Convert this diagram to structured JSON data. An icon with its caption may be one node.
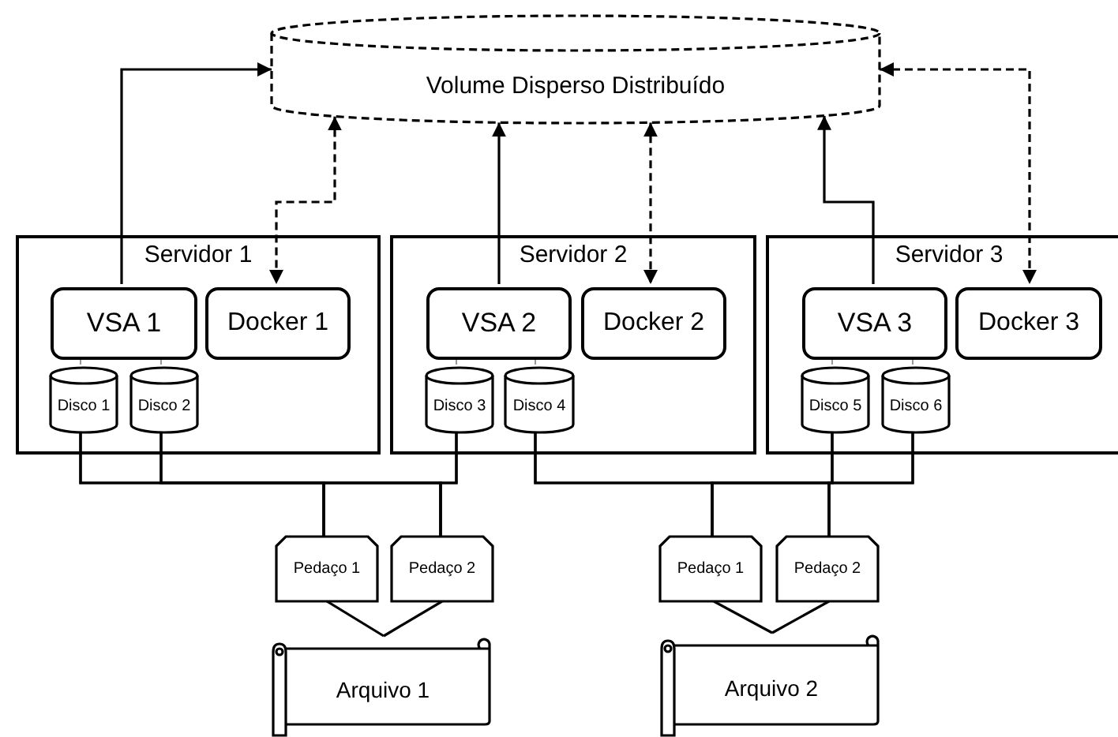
{
  "diagram": {
    "nodes": [
      {
        "text": [
          "Volume Disperso Distribuído"
        ]
      },
      {
        "text": [
          "Servidor 1"
        ]
      },
      {
        "text": [
          "VSA 1"
        ],
        "in": 1
      },
      {
        "text": [
          "Docker 1"
        ],
        "in": 1
      },
      {
        "text": [
          "Disco 1"
        ],
        "in": 1
      },
      {
        "text": [
          "Disco 2"
        ],
        "in": 1
      },
      {
        "text": [
          "Servidor 2"
        ]
      },
      {
        "text": [
          "VSA 2"
        ],
        "in": 6
      },
      {
        "text": [
          "Docker 2"
        ],
        "in": 6
      },
      {
        "text": [
          "Disco 3"
        ],
        "in": 6
      },
      {
        "text": [
          "Disco 4"
        ],
        "in": 6
      },
      {
        "text": [
          "Servidor 3"
        ]
      },
      {
        "text": [
          "VSA 3"
        ],
        "in": 11
      },
      {
        "text": [
          "Docker 3"
        ],
        "in": 11
      },
      {
        "text": [
          "Disco 5"
        ],
        "in": 11
      },
      {
        "text": [
          "Disco 6"
        ],
        "in": 11
      },
      {
        "text": [
          "Pedaço 1"
        ]
      },
      {
        "text": [
          "Pedaço 2"
        ]
      },
      {
        "text": [
          "Arquivo 1"
        ]
      },
      {
        "text": [
          "Pedaço 1"
        ]
      },
      {
        "text": [
          "Pedaço 2"
        ]
      },
      {
        "text": [
          "Arquivo 2"
        ]
      }
    ],
    "edges": [
      {
        "from": 2,
        "to": 0,
        "arrow": "to"
      },
      {
        "from": 0,
        "to": 3,
        "arrow": "both",
        "style": "dashed"
      },
      {
        "from": 7,
        "to": 0,
        "arrow": "to"
      },
      {
        "from": 0,
        "to": 8,
        "arrow": "both",
        "style": "dashed"
      },
      {
        "from": 12,
        "to": 0,
        "arrow": "to"
      },
      {
        "from": 0,
        "to": 13,
        "arrow": "both",
        "style": "dashed"
      },
      {
        "from": 2,
        "to": 4,
        "arrow": "none",
        "color": "#999999"
      },
      {
        "from": 2,
        "to": 5,
        "arrow": "none",
        "color": "#999999"
      },
      {
        "from": 7,
        "to": 9,
        "arrow": "none",
        "color": "#999999"
      },
      {
        "from": 7,
        "to": 10,
        "arrow": "none",
        "color": "#999999"
      },
      {
        "from": 12,
        "to": 14,
        "arrow": "none",
        "color": "#999999"
      },
      {
        "from": 12,
        "to": 15,
        "arrow": "none",
        "color": "#999999"
      },
      {
        "from": 4,
        "to": 16,
        "arrow": "none"
      },
      {
        "from": 4,
        "to": 17,
        "arrow": "none"
      },
      {
        "from": 5,
        "to": 16,
        "arrow": "none"
      },
      {
        "from": 5,
        "to": 17,
        "arrow": "none"
      },
      {
        "from": 9,
        "to": 16,
        "arrow": "none"
      },
      {
        "from": 9,
        "to": 17,
        "arrow": "none"
      },
      {
        "from": 10,
        "to": 19,
        "arrow": "none"
      },
      {
        "from": 10,
        "to": 20,
        "arrow": "none"
      },
      {
        "from": 14,
        "to": 19,
        "arrow": "none"
      },
      {
        "from": 14,
        "to": 20,
        "arrow": "none"
      },
      {
        "from": 15,
        "to": 19,
        "arrow": "none"
      },
      {
        "from": 15,
        "to": 20,
        "arrow": "none"
      },
      {
        "from": 16,
        "to": 18,
        "arrow": "none"
      },
      {
        "from": 17,
        "to": 18,
        "arrow": "none"
      },
      {
        "from": 19,
        "to": 21,
        "arrow": "none"
      },
      {
        "from": 20,
        "to": 21,
        "arrow": "none"
      }
    ]
  }
}
